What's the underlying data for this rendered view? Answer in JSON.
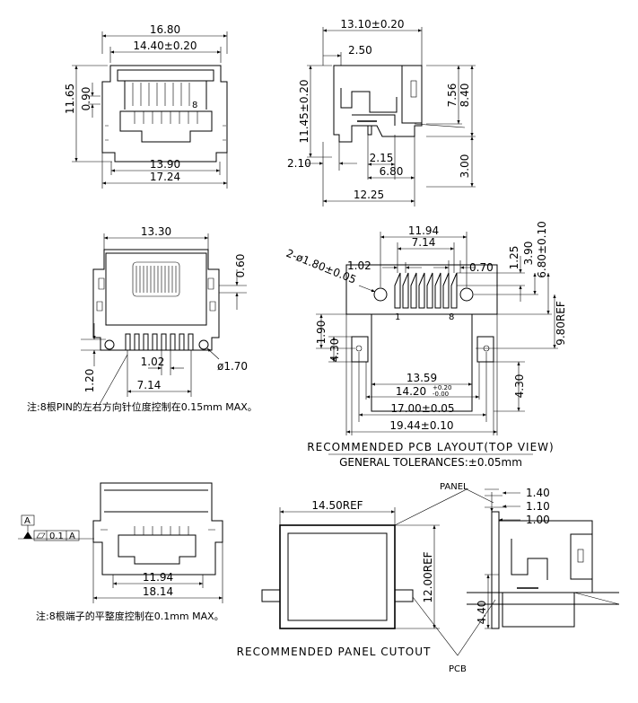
{
  "front_view": {
    "dim_width_top": "16.80",
    "dim_inner_width": "14.40±0.20",
    "dim_height_total": "11.65",
    "dim_height_small": "0.90",
    "pin_label": "8",
    "dim_width_bottom_inner": "13.90",
    "dim_width_bottom_outer": "17.24"
  },
  "side_view": {
    "dim_depth": "13.10±0.20",
    "dim_offset": "2.50",
    "dim_height": "11.45±0.20",
    "dim_right_upper": "7.56",
    "dim_right_total": "8.40",
    "dim_left_bottom": "2.10",
    "dim_pin_a": "2.15",
    "dim_pin_b": "6.80",
    "dim_length": "12.25",
    "dim_pin_height": "3.00"
  },
  "bottom_view": {
    "dim_width": "13.30",
    "dim_side": "0.60",
    "dim_pin_pitch": "1.02",
    "dim_pin_span": "7.14",
    "dim_hole": "ø1.70",
    "dim_offset": "1.20",
    "note": "注:8根PIN的左右方向针位度控制在0.15mm MAX。"
  },
  "pcb_layout": {
    "dim_holes_dia": "2-ø1.80±0.05",
    "dim_outer_span": "11.94",
    "dim_pin_span": "7.14",
    "dim_pitch": "1.02",
    "dim_pad": "0.70",
    "dim_r1": "1.25",
    "dim_r2": "3.90",
    "dim_r3": "6.80±0.10",
    "dim_r4": "9.80REF",
    "dim_l1": "1.90",
    "dim_l2": "4.30",
    "dim_r5": "4.30",
    "pin_first": "1",
    "pin_last": "8",
    "dim_w1": "13.59",
    "dim_w2": "14.20",
    "dim_w2_tol_upper": "+0.20",
    "dim_w2_tol_lower": "-0.00",
    "dim_w3": "17.00±0.05",
    "dim_w4": "19.44±0.10",
    "caption": "RECOMMENDED PCB LAYOUT(TOP VIEW)",
    "tolerance": "GENERAL TOLERANCES:±0.05mm"
  },
  "rear_view": {
    "datum": "A",
    "flatness_tol": "0.1",
    "flatness_ref": "A",
    "dim_inner": "11.94",
    "dim_outer": "18.14",
    "note": "注:8根端子的平整度控制在0.1mm MAX。"
  },
  "panel_cutout": {
    "dim_width": "14.50REF",
    "dim_height": "12.00REF",
    "caption": "RECOMMENDED PANEL CUTOUT"
  },
  "mount_view": {
    "label_panel": "PANEL",
    "dim_a": "1.40",
    "dim_b": "1.10",
    "dim_c": "1.00",
    "dim_d": "4.40",
    "label_pcb": "PCB"
  }
}
